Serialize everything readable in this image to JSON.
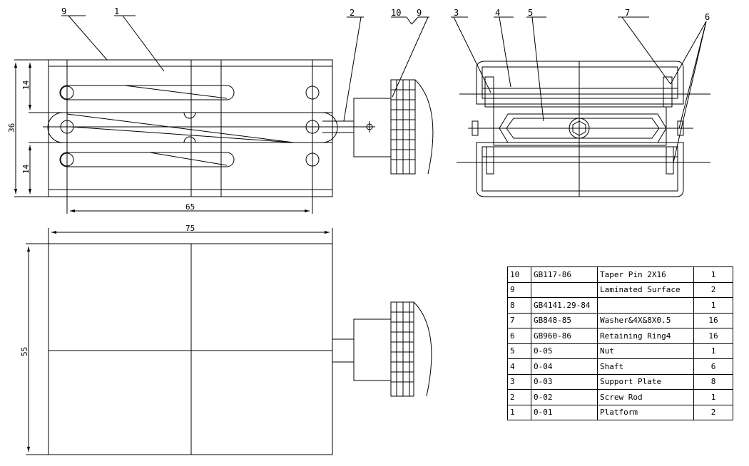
{
  "dimensions": {
    "d14_top": "14",
    "d36": "36",
    "d14_bottom": "14",
    "d65": "65",
    "d75": "75",
    "d55": "55"
  },
  "callouts": {
    "c9_left": "9",
    "c1": "1",
    "c2": "2",
    "c10": "10",
    "c9_right": "9",
    "c3": "3",
    "c4": "4",
    "c5": "5",
    "c7": "7",
    "c6": "6"
  },
  "parts_list": [
    {
      "no": "10",
      "std": "GB117-86",
      "name": "Taper Pin 2X16",
      "qty": "1"
    },
    {
      "no": "9",
      "std": "",
      "name": "Laminated Surface",
      "qty": "2"
    },
    {
      "no": "8",
      "std": "GB4141.29-84",
      "name": "",
      "qty": "1"
    },
    {
      "no": "7",
      "std": "GB848-85",
      "name": "Washer&4X&8X0.5",
      "qty": "16"
    },
    {
      "no": "6",
      "std": "GB960-86",
      "name": "Retaining Ring4",
      "qty": "16"
    },
    {
      "no": "5",
      "std": "0-05",
      "name": "Nut",
      "qty": "1"
    },
    {
      "no": "4",
      "std": "0-04",
      "name": "Shaft",
      "qty": "6"
    },
    {
      "no": "3",
      "std": "0-03",
      "name": "Support Plate",
      "qty": "8"
    },
    {
      "no": "2",
      "std": "0-02",
      "name": "Screw Rod",
      "qty": "1"
    },
    {
      "no": "1",
      "std": "0-01",
      "name": "Platform",
      "qty": "2"
    }
  ]
}
